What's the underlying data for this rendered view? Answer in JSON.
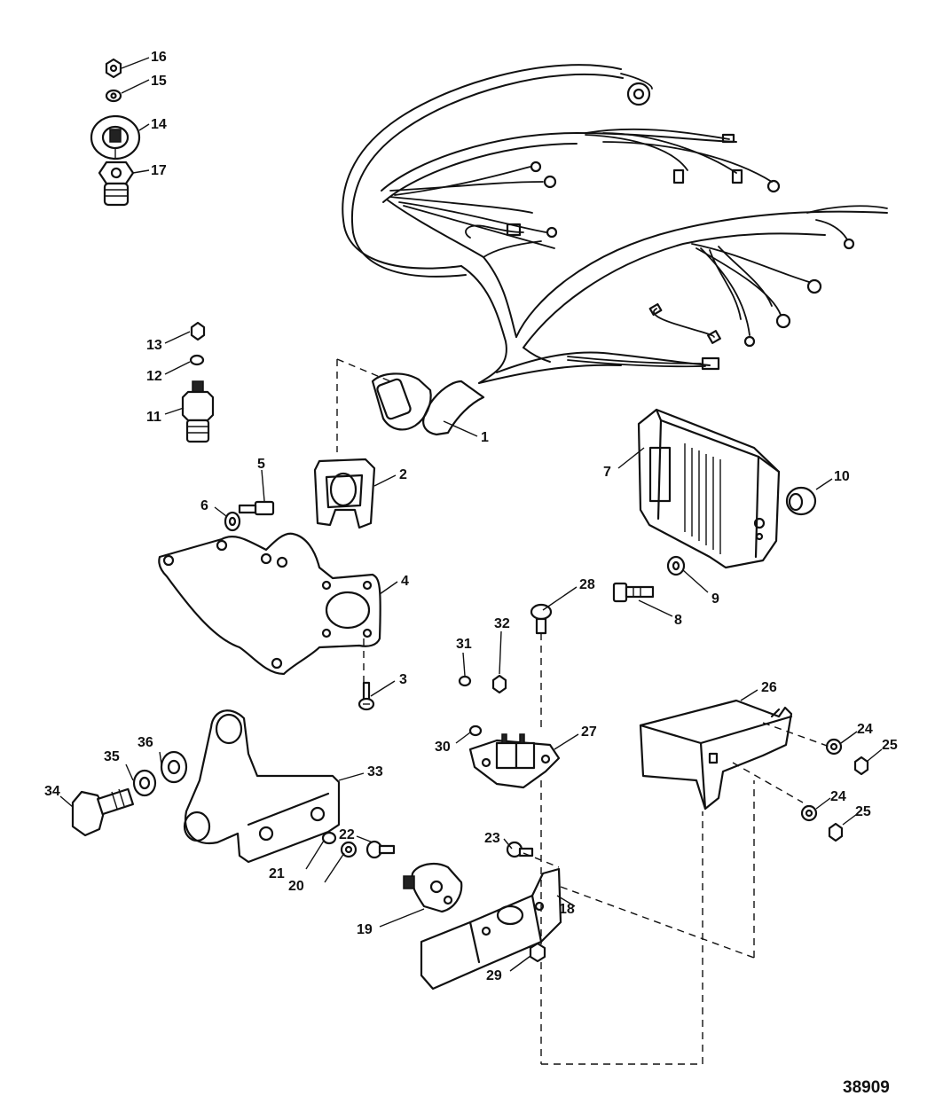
{
  "callouts": {
    "c1": "1",
    "c2": "2",
    "c3": "3",
    "c4": "4",
    "c5": "5",
    "c6": "6",
    "c7": "7",
    "c8": "8",
    "c9": "9",
    "c10": "10",
    "c11": "11",
    "c12": "12",
    "c13": "13",
    "c14": "14",
    "c15": "15",
    "c16": "16",
    "c17": "17",
    "c18": "18",
    "c19": "19",
    "c20": "20",
    "c21": "21",
    "c22": "22",
    "c23": "23",
    "c24a": "24",
    "c24b": "24",
    "c25a": "25",
    "c25b": "25",
    "c26": "26",
    "c27": "27",
    "c28": "28",
    "c29": "29",
    "c30": "30",
    "c31": "31",
    "c32": "32",
    "c33": "33",
    "c34": "34",
    "c35": "35",
    "c36": "36"
  },
  "drawing_number": "38909"
}
